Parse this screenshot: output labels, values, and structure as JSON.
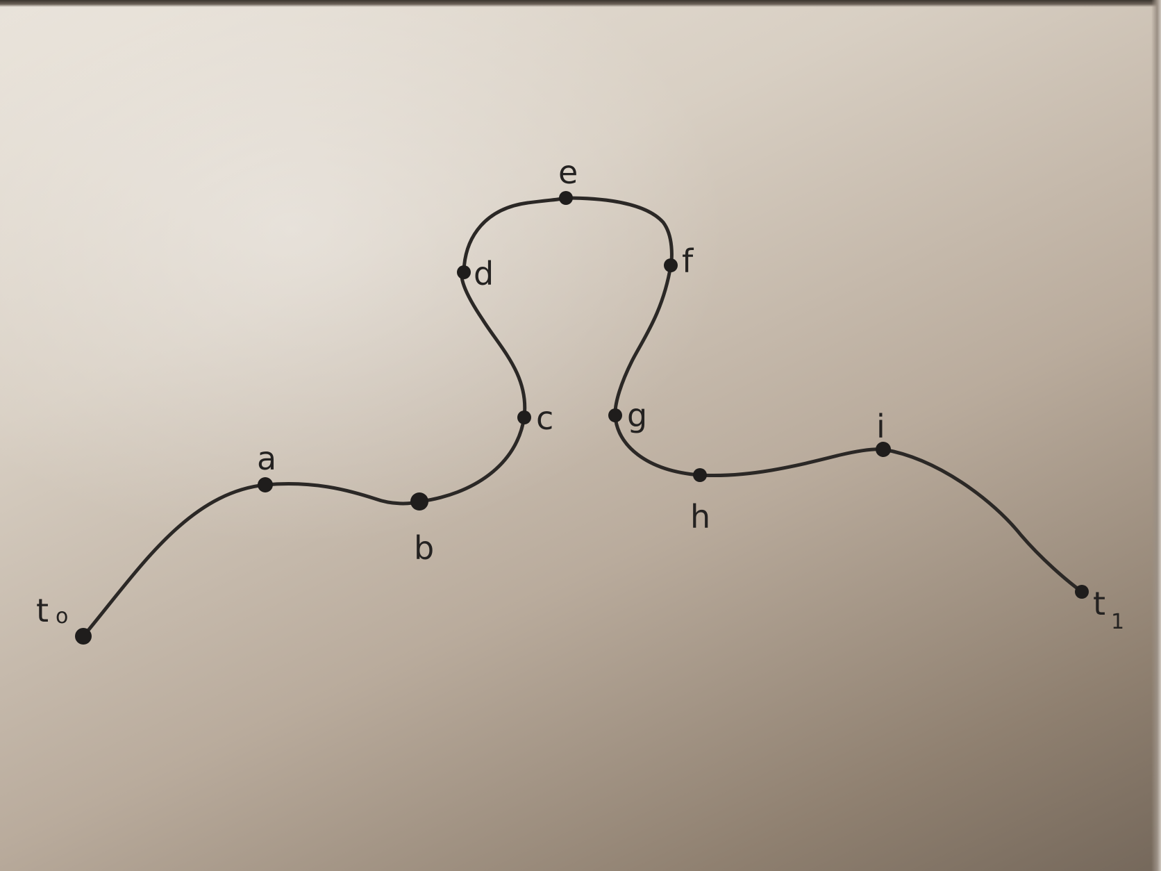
{
  "diagram": {
    "labels": {
      "t0": "t",
      "t0_sub": "o",
      "a": "a",
      "b": "b",
      "c": "c",
      "d": "d",
      "e": "e",
      "f": "f",
      "g": "g",
      "h": "h",
      "i": "i",
      "t1": "t",
      "t1_sub": "1"
    },
    "stroke_color": "#2b2826",
    "board_color": "#d8cfc3"
  }
}
